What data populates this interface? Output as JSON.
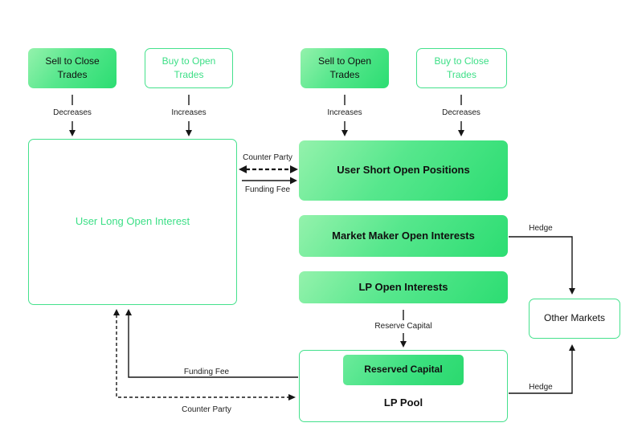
{
  "colors": {
    "gradient_start": "#94f2ac",
    "gradient_end": "#2cdd72",
    "outline_green": "#44e18c",
    "green_text": "#3cdf86",
    "line_black": "#161616"
  },
  "flows": {
    "columns": [
      {
        "box": "Sell to Close Trades",
        "variant": "filled",
        "effect": "Decreases"
      },
      {
        "box": "Buy to Open Trades",
        "variant": "outline",
        "effect": "Increases"
      },
      {
        "box": "Sell to Open Trades",
        "variant": "filled",
        "effect": "Increases"
      },
      {
        "box": "Buy to Close Trades",
        "variant": "outline",
        "effect": "Decreases"
      }
    ]
  },
  "boxes": {
    "user_long_open_interest": "User Long Open Interest",
    "user_short_open_positions": "User Short Open Positions",
    "market_maker_open_interests": "Market Maker Open Interests",
    "lp_open_interests": "LP Open Interests",
    "other_markets": "Other Markets",
    "reserved_capital": "Reserved Capital",
    "lp_pool": "LP Pool"
  },
  "edge_labels": {
    "counter_party_top": "Counter Party",
    "funding_fee_top": "Funding Fee",
    "reserve_capital": "Reserve Capital",
    "hedge_upper": "Hedge",
    "hedge_lower": "Hedge",
    "funding_fee_bottom": "Funding Fee",
    "counter_party_bottom": "Counter Party"
  }
}
